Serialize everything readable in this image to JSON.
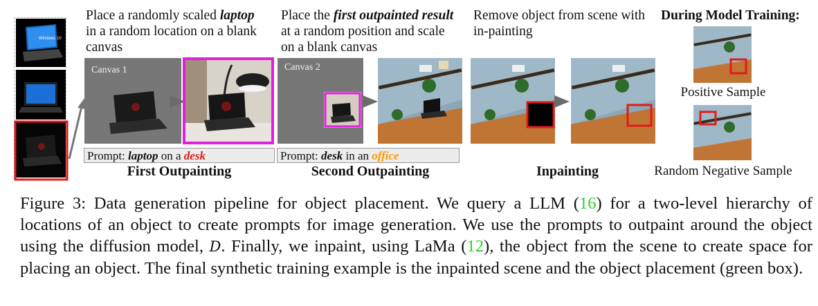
{
  "header": {
    "step1_line1": "Place a randomly scaled ",
    "step1_em": "laptop",
    "step1_line2": "in a random location on a blank",
    "step1_line3": "canvas",
    "step2_line1": "Place the ",
    "step2_em": "first outpainted result",
    "step2_line2": "at a random position and scale",
    "step2_line3": "on a blank canvas",
    "step3_line1": "Remove object from scene with",
    "step3_line2": "in-painting",
    "step4_title": "During Model Training:"
  },
  "canvas": {
    "label1": "Canvas 1",
    "label2": "Canvas 2"
  },
  "laptop_screens": {
    "windows_label": "Windows 10"
  },
  "prompts": {
    "p1_prefix": "Prompt: ",
    "p1_obj": "laptop",
    "p1_mid": " on a ",
    "p1_loc": "desk",
    "p2_prefix": "Prompt: ",
    "p2_obj": "desk",
    "p2_mid": " in an ",
    "p2_loc": "office"
  },
  "stages": {
    "first": "First Outpainting",
    "second": "Second Outpainting",
    "inpaint": "Inpainting"
  },
  "samples": {
    "positive": "Positive Sample",
    "negative": "Random Negative Sample"
  },
  "caption": {
    "p1": "Figure 3: Data generation pipeline for object placement. We query a LLM (",
    "cite1": "16",
    "p2": ") for a two-level hierarchy of locations of an object to create prompts for image generation. We use the prompts to outpaint around the object using the diffusion model, ",
    "model": "D",
    "p3": ". Finally, we inpaint, using LaMa (",
    "cite2": "12",
    "p4": "), the object from the scene to create space for placing an object. The final synthetic training example is the inpainted scene and the object placement (green box)."
  },
  "colors": {
    "red_box": "#e21a1a",
    "magenta_box": "#e21ee0",
    "desk_highlight": "#e21a1a",
    "office_highlight": "#ff9900",
    "citation": "#33cc33",
    "canvas_gray": "#777777"
  }
}
